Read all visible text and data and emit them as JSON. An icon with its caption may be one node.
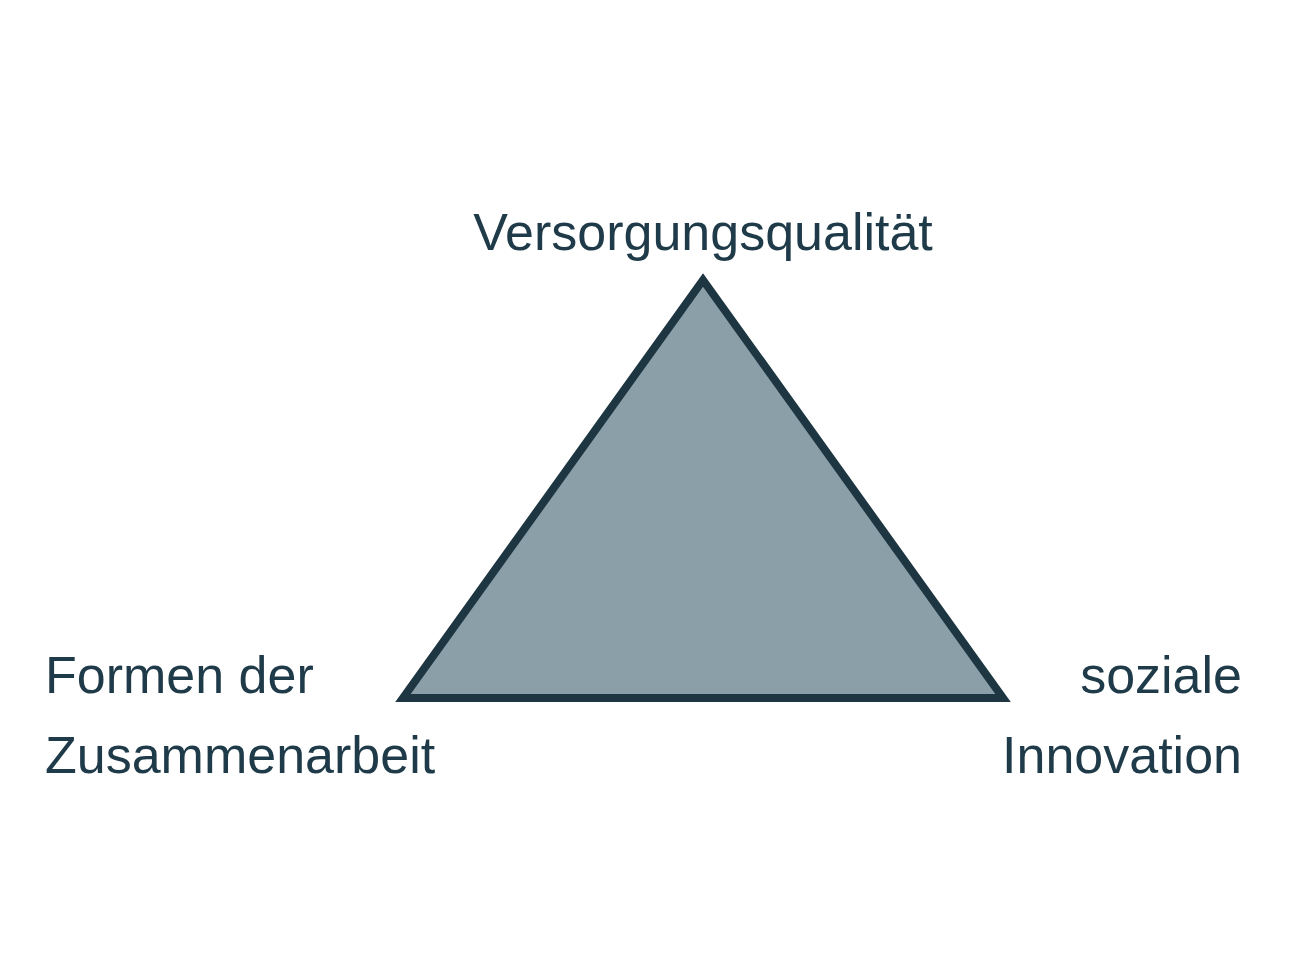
{
  "diagram": {
    "labels": [
      "Versorgungsqualität",
      "Formen der Zusammenarbeit",
      "soziale Innovation"
    ]
  }
}
